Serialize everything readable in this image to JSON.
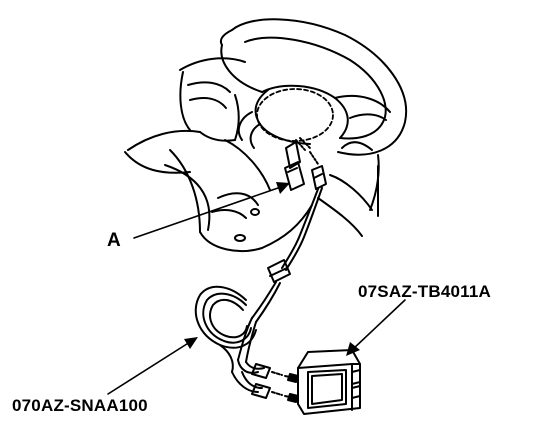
{
  "callouts": {
    "connector": "A",
    "test_tool": "07SAZ-TB4011A",
    "test_harness": "070AZ-SNAA100"
  }
}
